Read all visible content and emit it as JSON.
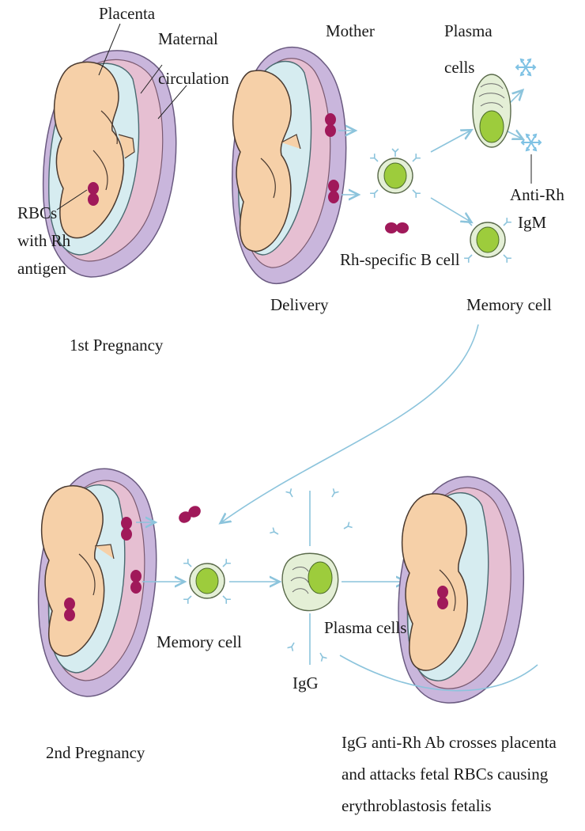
{
  "labels": {
    "placenta": "Placenta",
    "maternal_1": "Maternal",
    "maternal_2": "circulation",
    "mother": "Mother",
    "plasma_1": "Plasma",
    "plasma_2": "cells",
    "rbcs_1": "RBCs",
    "rbcs_2": "with Rh",
    "rbcs_3": "antigen",
    "anti_rh_1": "Anti-Rh",
    "anti_rh_2": "IgM",
    "rh_b_cell": "Rh-specific B cell",
    "delivery": "Delivery",
    "memory_cell_top": "Memory cell",
    "first_pregnancy": "1st Pregnancy",
    "memory_cell_bottom": "Memory cell",
    "plasma_cells_bottom": "Plasma cells",
    "igg": "IgG",
    "second_pregnancy": "2nd Pregnancy",
    "caption_1": "IgG anti-Rh Ab crosses placenta",
    "caption_2": "and attacks fetal RBCs causing",
    "caption_3": "erythroblastosis fetalis"
  },
  "colors": {
    "fetus_skin": "#f6d0a8",
    "fetus_outline": "#4a3a30",
    "amniotic_fluid": "#d6ecf0",
    "placenta_pink": "#e6bfd2",
    "maternal_lavender": "#c9b6dc",
    "rbc": "#a0195a",
    "cell_nucleus": "#9dcc3c",
    "cell_body": "#e4efd6",
    "arrow": "#8cc4dc",
    "ice_blue": "#7fc2e4"
  }
}
